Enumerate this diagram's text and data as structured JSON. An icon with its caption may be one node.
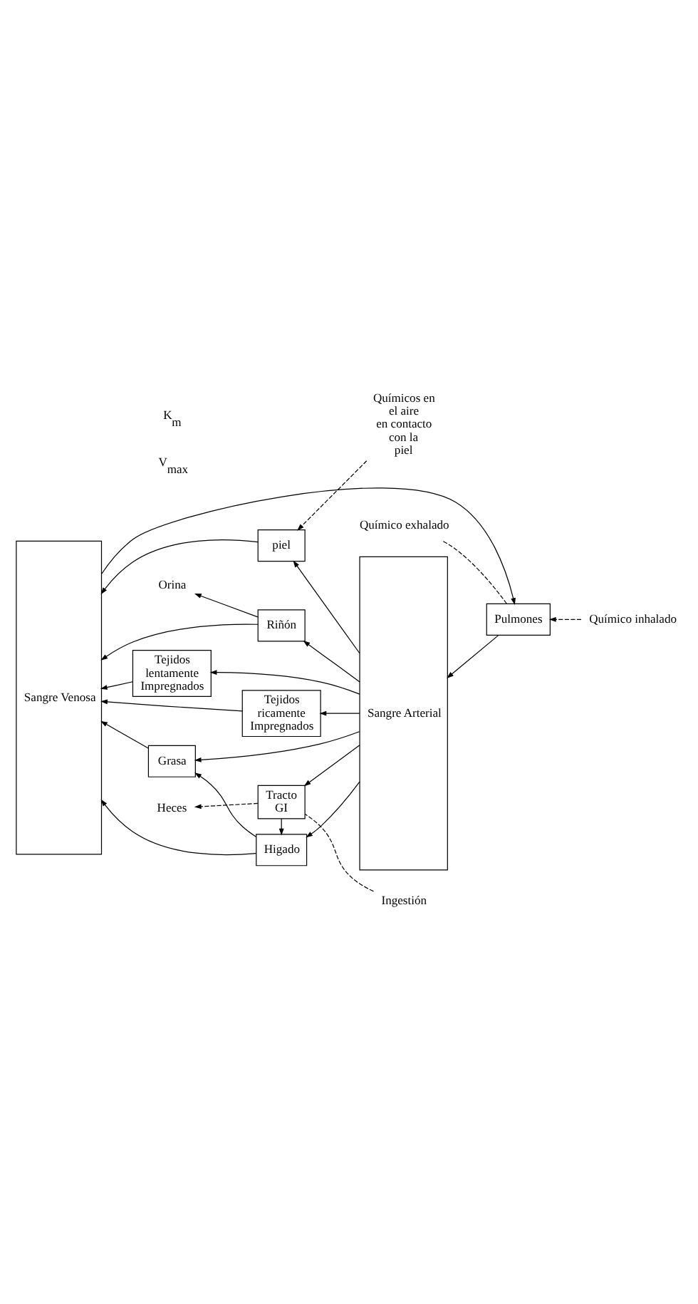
{
  "diagram": {
    "nodes": [
      {
        "text": [
          "Químico inhalado"
        ]
      },
      {
        "text": [
          "Químico exhalado"
        ]
      },
      {
        "text": [
          "Pulmones"
        ]
      },
      {
        "text": [
          "Ingestión"
        ]
      },
      {
        "text": [
          "Sangre Venosa"
        ]
      },
      {
        "text": [
          "Higado"
        ]
      },
      {
        "text": [
          "Sangre Arterial"
        ]
      },
      {
        "text": [
          "Tracto GI"
        ]
      },
      {
        "text": [
          "Grasa"
        ]
      },
      {
        "text": [
          "Tejidos lentamente Impregnados"
        ]
      },
      {
        "text": [
          "Tejidos ricamente Impregnados"
        ]
      },
      {
        "text": [
          "Heces"
        ]
      },
      {
        "text": [
          "Riñón"
        ]
      },
      {
        "text": [
          "Orina"
        ]
      },
      {
        "text": [
          "piel"
        ]
      },
      {
        "text": [
          "Químicos en el aire en contacto con la piel"
        ]
      }
    ],
    "edges": [
      {
        "from": 0,
        "to": 2,
        "arrow": "to",
        "style": "dashed"
      },
      {
        "from": 2,
        "to": 1,
        "arrow": "none",
        "style": "dashed"
      },
      {
        "from": 4,
        "to": 2,
        "arrow": "to"
      },
      {
        "from": 2,
        "to": 6,
        "arrow": "to"
      },
      {
        "from": 6,
        "to": 5,
        "arrow": "to"
      },
      {
        "from": 5,
        "to": 4,
        "arrow": "to"
      },
      {
        "from": 6,
        "to": 7,
        "arrow": "to"
      },
      {
        "from": 7,
        "to": 5,
        "arrow": "to"
      },
      {
        "from": 3,
        "to": 7,
        "arrow": "none",
        "style": "dashed"
      },
      {
        "from": 7,
        "to": 11,
        "arrow": "to",
        "style": "dashed"
      },
      {
        "from": 5,
        "to": 8,
        "arrow": "to"
      },
      {
        "from": 6,
        "to": 8,
        "arrow": "to"
      },
      {
        "from": 8,
        "to": 4,
        "arrow": "to"
      },
      {
        "from": 6,
        "to": 9,
        "arrow": "to"
      },
      {
        "from": 9,
        "to": 4,
        "arrow": "to"
      },
      {
        "from": 6,
        "to": 10,
        "arrow": "to"
      },
      {
        "from": 10,
        "to": 4,
        "arrow": "to"
      },
      {
        "from": 6,
        "to": 12,
        "arrow": "to"
      },
      {
        "from": 12,
        "to": 4,
        "arrow": "to"
      },
      {
        "from": 12,
        "to": 13,
        "arrow": "to"
      },
      {
        "from": 6,
        "to": 14,
        "arrow": "to"
      },
      {
        "from": 14,
        "to": 4,
        "arrow": "to"
      },
      {
        "from": 15,
        "to": 14,
        "arrow": "to",
        "style": "dashed"
      }
    ],
    "labels": [
      "V$_{max}$",
      "K$_{m}$"
    ]
  }
}
